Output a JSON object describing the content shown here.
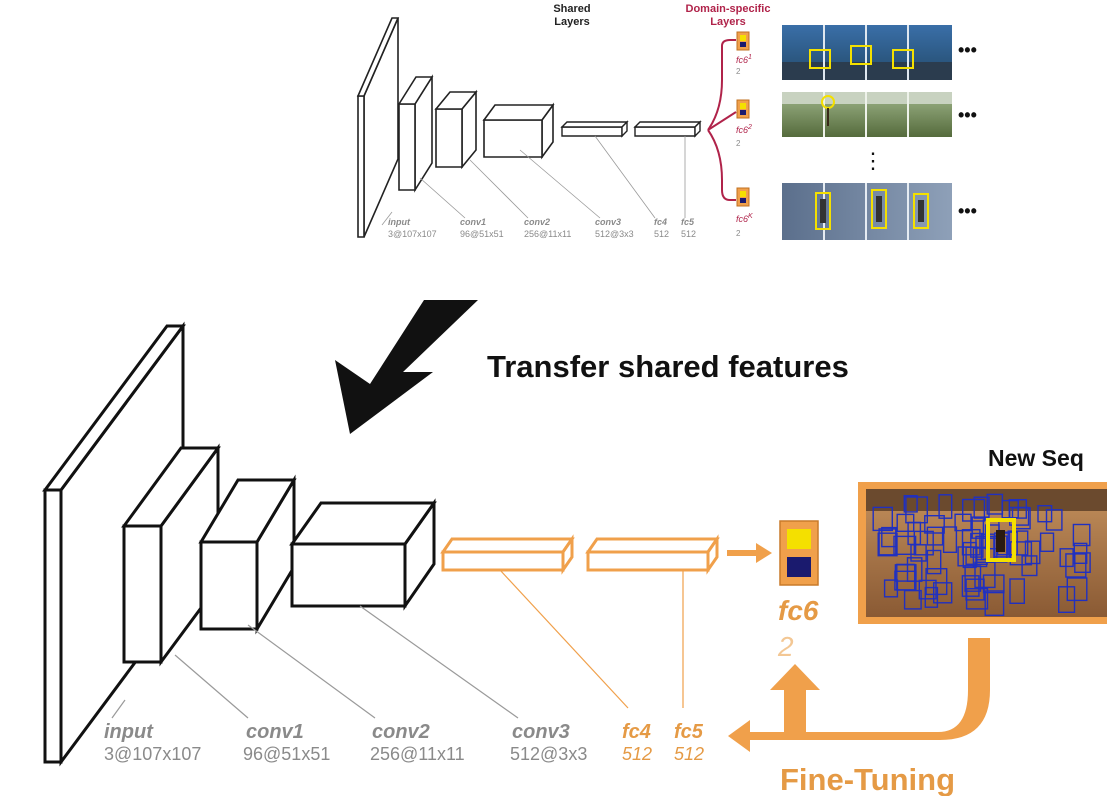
{
  "top_diagram": {
    "headers": {
      "shared_line1": "Shared",
      "shared_line2": "Layers",
      "domain_line1": "Domain-specific",
      "domain_line2": "Layers"
    },
    "layers": [
      {
        "name": "input",
        "size": "3@107x107"
      },
      {
        "name": "conv1",
        "size": "96@51x51"
      },
      {
        "name": "conv2",
        "size": "256@11x11"
      },
      {
        "name": "conv3",
        "size": "512@3x3"
      },
      {
        "name": "fc4",
        "size": "512"
      },
      {
        "name": "fc5",
        "size": "512"
      }
    ],
    "branches": [
      {
        "name": "fc6",
        "sup": "1",
        "size": "2"
      },
      {
        "name": "fc6",
        "sup": "2",
        "size": "2"
      },
      {
        "name": "fc6",
        "sup": "K",
        "size": "2"
      }
    ],
    "ellipsis": "•••",
    "vertical_ellipsis": "⋮"
  },
  "transfer_label": "Transfer shared features",
  "bottom_diagram": {
    "layers": [
      {
        "name": "input",
        "size": "3@107x107"
      },
      {
        "name": "conv1",
        "size": "96@51x51"
      },
      {
        "name": "conv2",
        "size": "256@11x11"
      },
      {
        "name": "conv3",
        "size": "512@3x3"
      },
      {
        "name": "fc4",
        "size": "512"
      },
      {
        "name": "fc5",
        "size": "512"
      }
    ],
    "output": {
      "name": "fc6",
      "size": "2"
    },
    "new_sequence_label": "New Seq",
    "fine_tuning_label": "Fine-Tuning"
  },
  "colors": {
    "orange": "#f0a04b",
    "orange_text": "#e59a45",
    "crimson": "#b0234a",
    "grey_text": "#8a8a8a",
    "box_blue": "#2030c0",
    "yellow": "#f4e000",
    "navy": "#1a1a6e"
  }
}
